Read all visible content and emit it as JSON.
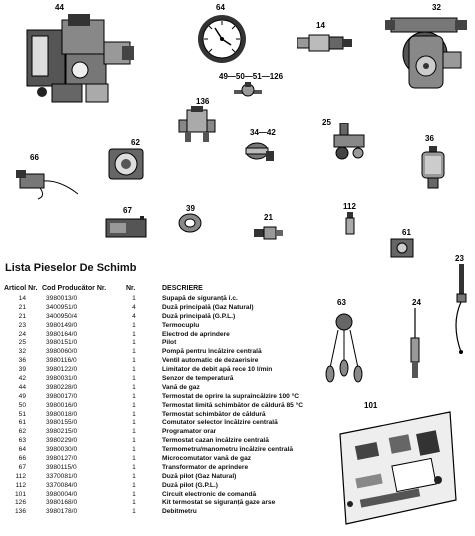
{
  "labels": {
    "p44": "44",
    "p64": "64",
    "p32": "32",
    "p14": "14",
    "p49": "49—50—51—126",
    "p136": "136",
    "p3442": "34—42",
    "p25": "25",
    "p36": "36",
    "p62": "62",
    "p66": "66",
    "p67": "67",
    "p39": "39",
    "p21": "21",
    "p112": "112",
    "p61": "61",
    "p23": "23",
    "p63": "63",
    "p24": "24",
    "p101": "101"
  },
  "title": "Lista Pieselor De Schimb",
  "table": {
    "headers": [
      "Articol Nr.",
      "Cod Producător Nr.",
      "Nr.",
      "DESCRIERE"
    ],
    "rows": [
      [
        "14",
        "3980013/0",
        "1",
        "Supapă de siguranță î.c."
      ],
      [
        "21",
        "3400951/0",
        "4",
        "Duză principală (Gaz Natural)"
      ],
      [
        "21",
        "3400950/4",
        "4",
        "Duză principală (G.P.L.)"
      ],
      [
        "23",
        "3980149/0",
        "1",
        "Termocuplu"
      ],
      [
        "24",
        "3980164/0",
        "1",
        "Electrod de aprindere"
      ],
      [
        "25",
        "3980151/0",
        "1",
        "Pilot"
      ],
      [
        "32",
        "3980060/0",
        "1",
        "Pompă pentru încălzire centrală"
      ],
      [
        "36",
        "3980116/0",
        "1",
        "Ventil automatic de dezaerisire"
      ],
      [
        "39",
        "3980122/0",
        "1",
        "Limitator de debit apă rece 10 l/min"
      ],
      [
        "42",
        "3980031/0",
        "1",
        "Senzor de temperatură"
      ],
      [
        "44",
        "3980228/0",
        "1",
        "Vană de gaz"
      ],
      [
        "49",
        "3980017/0",
        "1",
        "Termostat de oprire la supraîncălzire 100 °C"
      ],
      [
        "50",
        "3980016/0",
        "1",
        "Termostat limită schimbător de căldură 85 °C"
      ],
      [
        "51",
        "3980018/0",
        "1",
        "Termostat schimbător de căldură"
      ],
      [
        "61",
        "3980155/0",
        "1",
        "Comutator selector încălzire centrală"
      ],
      [
        "62",
        "3980215/0",
        "1",
        "Programator orar"
      ],
      [
        "63",
        "3980229/0",
        "1",
        "Termostat cazan încălzire centrală"
      ],
      [
        "64",
        "3980030/0",
        "1",
        "Termometru/manometru încălzire centrală"
      ],
      [
        "66",
        "3980127/0",
        "1",
        "Microcomutator vană de gaz"
      ],
      [
        "67",
        "3980115/0",
        "1",
        "Transformator de aprindere"
      ],
      [
        "112",
        "3370081/0",
        "1",
        "Duză pilot (Gaz Natural)"
      ],
      [
        "112",
        "3370084/0",
        "1",
        "Duză pilot (G.P.L.)"
      ],
      [
        "101",
        "3980004/0",
        "1",
        "Circuit electronic de comandă"
      ],
      [
        "126",
        "3980168/0",
        "1",
        "Kit termostat se siguranță gaze arse"
      ],
      [
        "136",
        "3980178/0",
        "1",
        "Debitmetru"
      ]
    ]
  }
}
